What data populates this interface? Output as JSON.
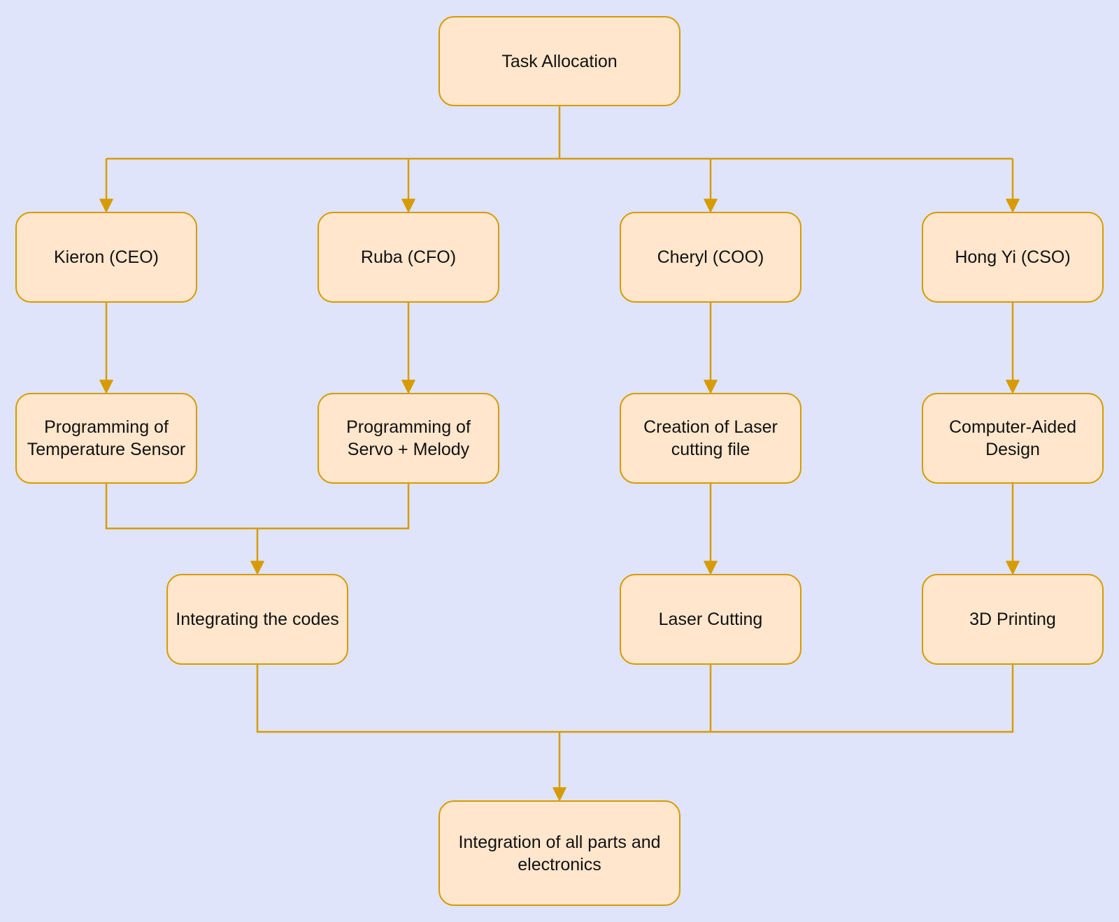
{
  "diagram": {
    "nodes": {
      "task_allocation": "Task Allocation",
      "kieron": "Kieron (CEO)",
      "ruba": "Ruba (CFO)",
      "cheryl": "Cheryl (COO)",
      "hong_yi": "Hong Yi (CSO)",
      "programming_temperature": "Programming of\nTemperature Sensor",
      "programming_servo": "Programming of\nServo + Melody",
      "laser_file": "Creation of Laser\ncutting file",
      "cad": "Computer-Aided\nDesign",
      "integrating_codes": "Integrating the codes",
      "laser_cutting": "Laser Cutting",
      "printing_3d": "3D Printing",
      "integration_all": "Integration of all parts and\nelectronics"
    },
    "edges": [
      {
        "from": "task_allocation",
        "to": "kieron"
      },
      {
        "from": "task_allocation",
        "to": "ruba"
      },
      {
        "from": "task_allocation",
        "to": "cheryl"
      },
      {
        "from": "task_allocation",
        "to": "hong_yi"
      },
      {
        "from": "kieron",
        "to": "programming_temperature"
      },
      {
        "from": "ruba",
        "to": "programming_servo"
      },
      {
        "from": "cheryl",
        "to": "laser_file"
      },
      {
        "from": "hong_yi",
        "to": "cad"
      },
      {
        "from": "programming_temperature",
        "to": "integrating_codes"
      },
      {
        "from": "programming_servo",
        "to": "integrating_codes"
      },
      {
        "from": "laser_file",
        "to": "laser_cutting"
      },
      {
        "from": "cad",
        "to": "printing_3d"
      },
      {
        "from": "integrating_codes",
        "to": "integration_all"
      },
      {
        "from": "laser_cutting",
        "to": "integration_all"
      },
      {
        "from": "printing_3d",
        "to": "integration_all"
      }
    ]
  },
  "colors": {
    "background": "#dfe4fb",
    "node_fill": "#ffe6cc",
    "node_stroke": "#d79b00",
    "connector": "#d79b00",
    "text": "#111111"
  }
}
